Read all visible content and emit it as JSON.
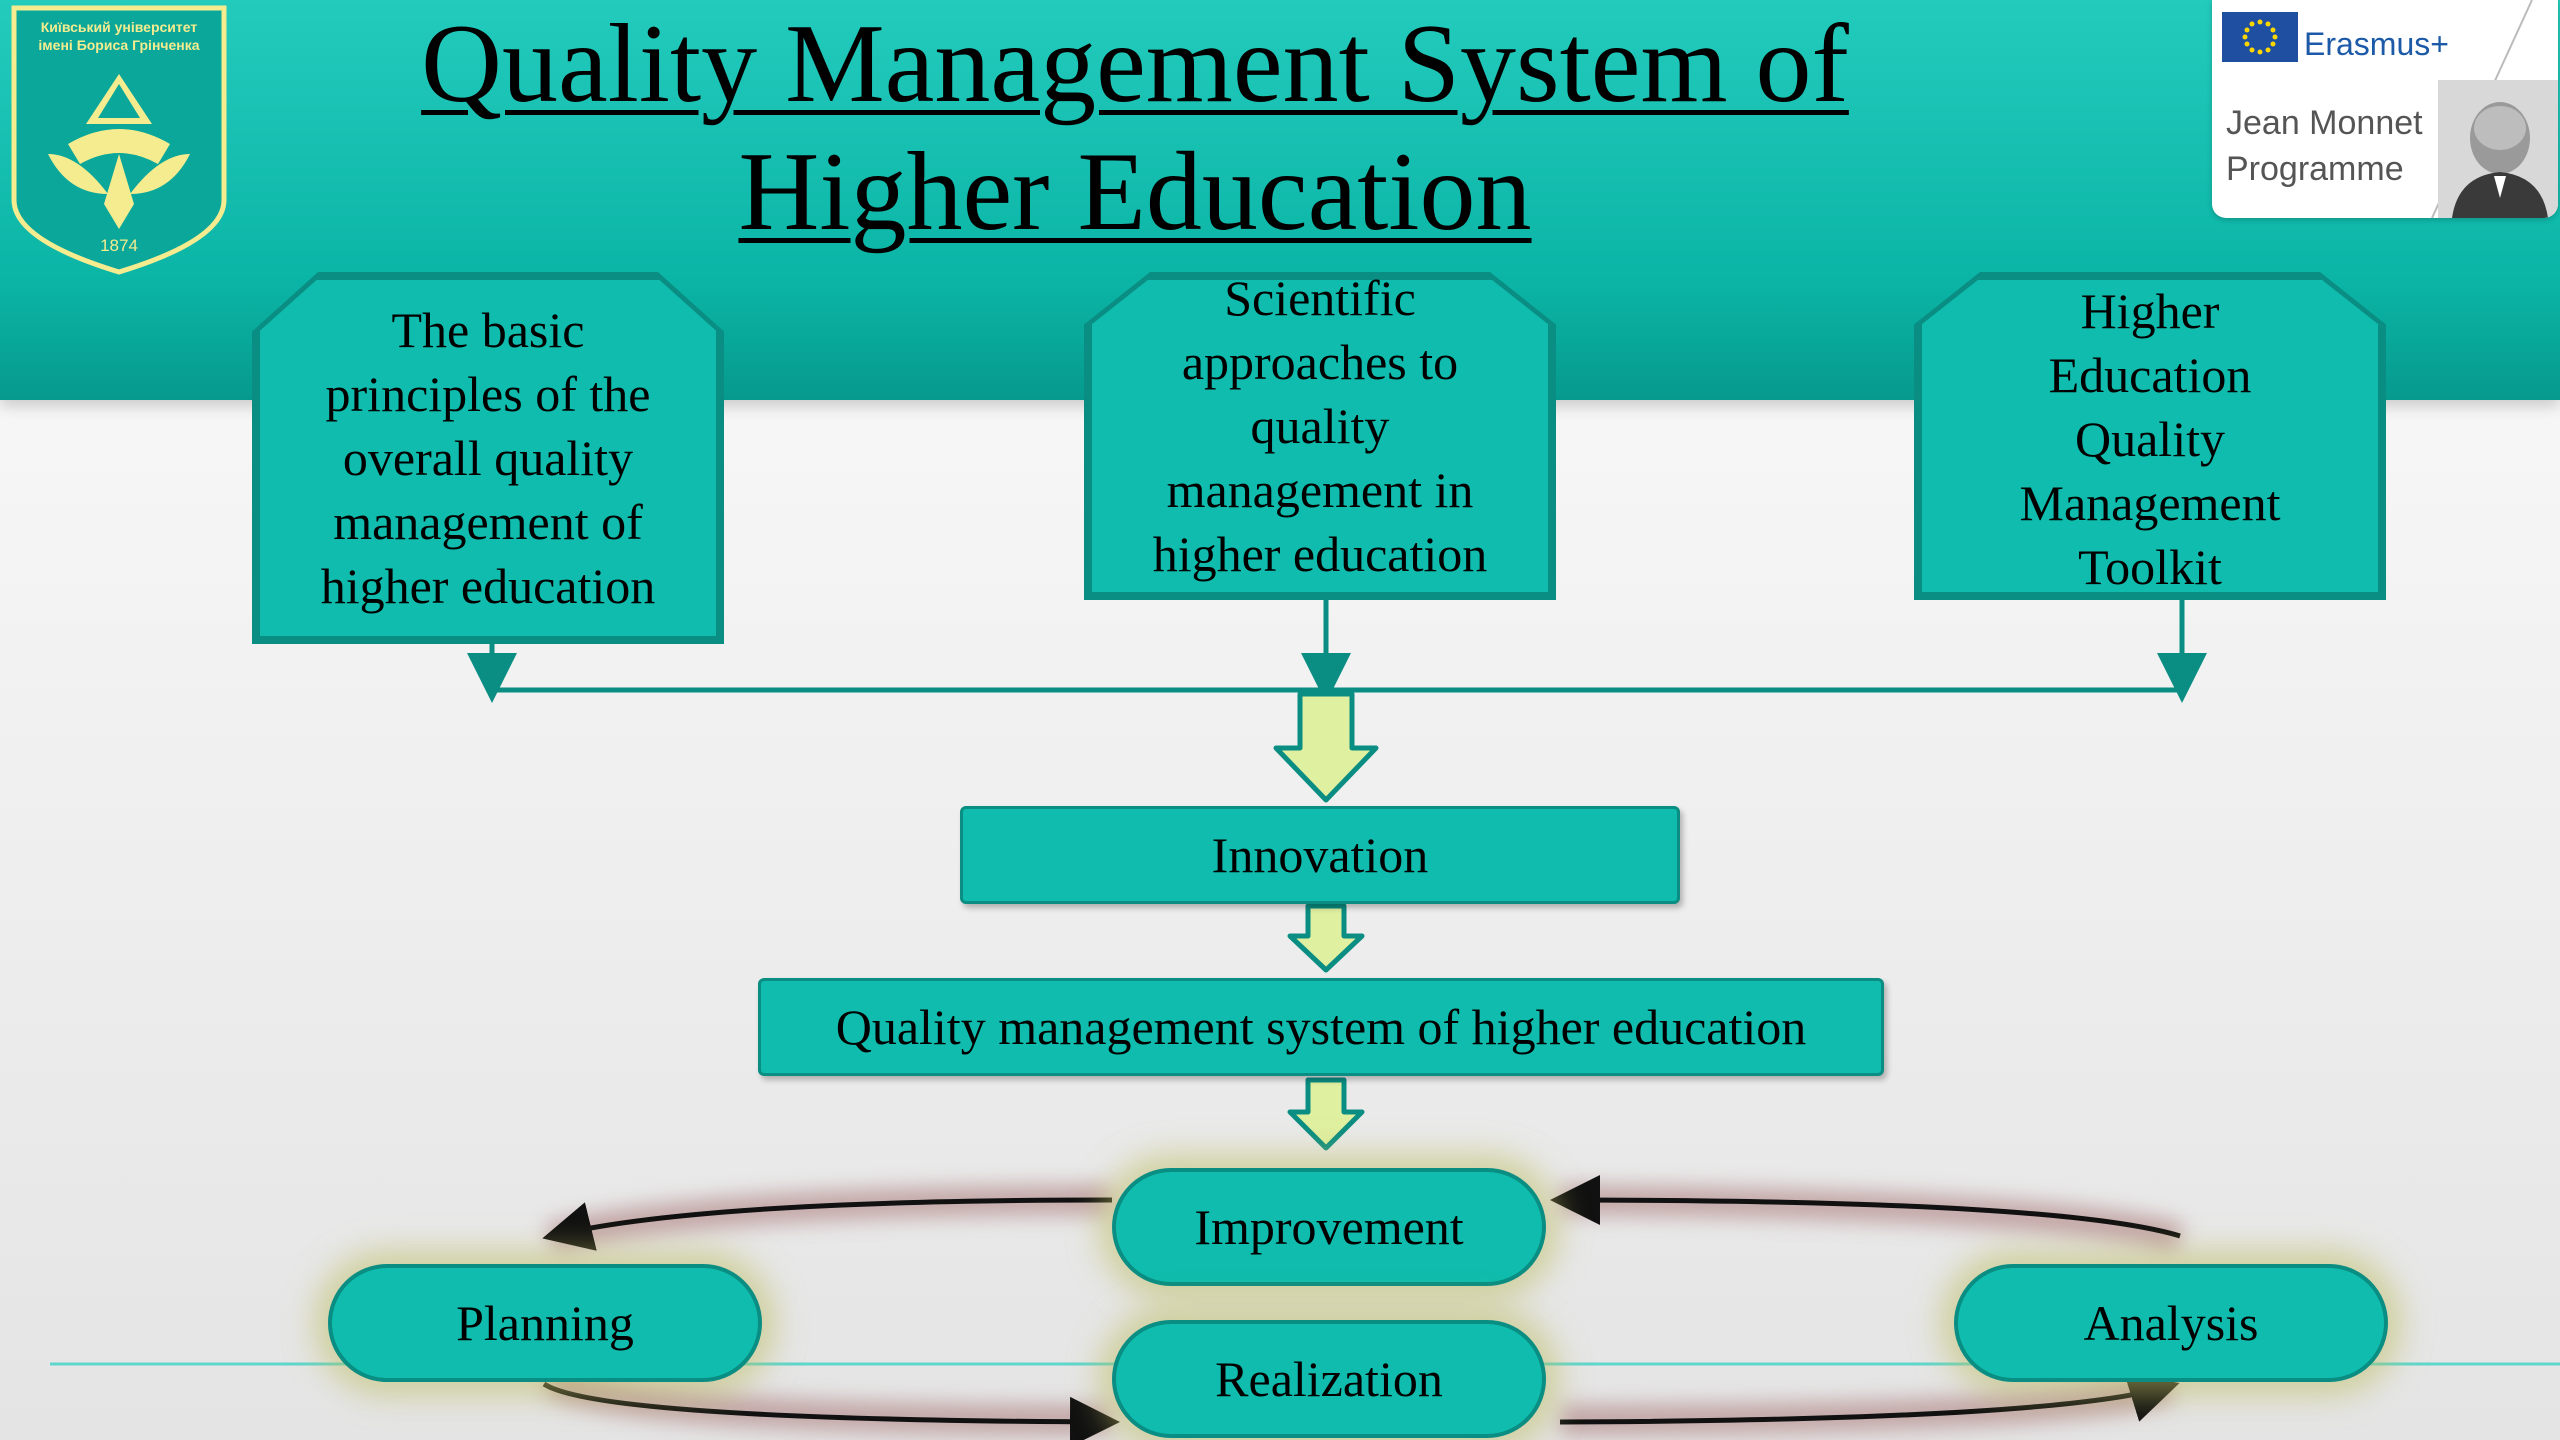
{
  "title_line1": "Quality Management System of",
  "title_line2": "Higher Education",
  "university_logo": {
    "text_line1": "Київський університет",
    "text_line2": "імені Бориса Грінченка",
    "year": "1874"
  },
  "erasmus_logo": {
    "brand": "Erasmus+",
    "line1": "Jean Monnet",
    "line2": "Programme"
  },
  "top_boxes": [
    {
      "lines": [
        "The basic",
        "principles of the",
        "overall quality",
        "management of",
        "higher education"
      ]
    },
    {
      "lines": [
        "Scientific",
        "approaches to",
        "quality",
        "management in",
        "higher education"
      ]
    },
    {
      "lines": [
        "Higher",
        "Education",
        "Quality",
        "Management",
        "Toolkit"
      ]
    }
  ],
  "innovation": "Innovation",
  "qms": "Quality management system of higher education",
  "cycle": {
    "improvement": "Improvement",
    "planning": "Planning",
    "analysis": "Analysis",
    "realization": "Realization"
  },
  "colors": {
    "teal": "#0fbcad",
    "teal_border": "#0a8d82",
    "arrow_fill": "#dff0a0",
    "glow": "#b48a8a"
  }
}
